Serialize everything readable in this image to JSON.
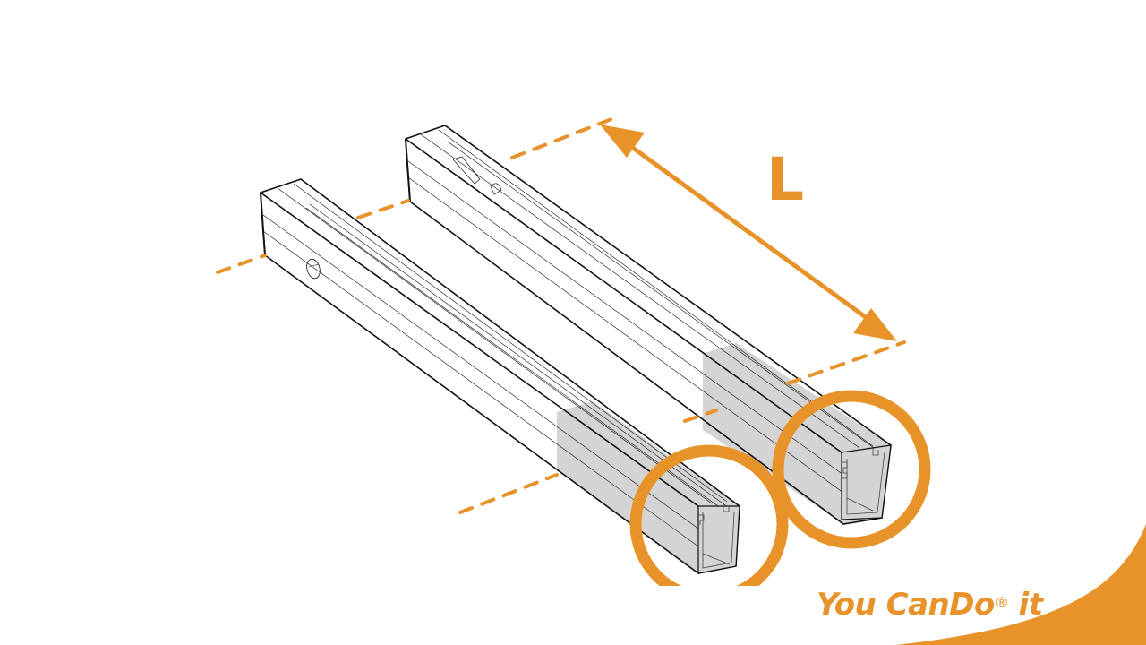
{
  "diagram": {
    "title": "Two parallel profile beams with length dimension",
    "dimension": {
      "label": "L",
      "description": "Beam length, double-headed arrow between dashed extension lines"
    },
    "beams": [
      {
        "name": "rear-beam",
        "end_highlight": "circle",
        "fill_end": "#d4d4d4"
      },
      {
        "name": "front-beam",
        "end_highlight": "circle",
        "fill_end": "#d4d4d4"
      }
    ],
    "colors": {
      "accent": "#e8922a",
      "line": "#111111",
      "profile_fill": "#d4d4d4",
      "background": "#ffffff"
    }
  },
  "brand": {
    "tagline_main": "You CanDo",
    "tagline_mark": "®",
    "tagline_end": " it",
    "corner_swoosh_color": "#e8922a"
  }
}
